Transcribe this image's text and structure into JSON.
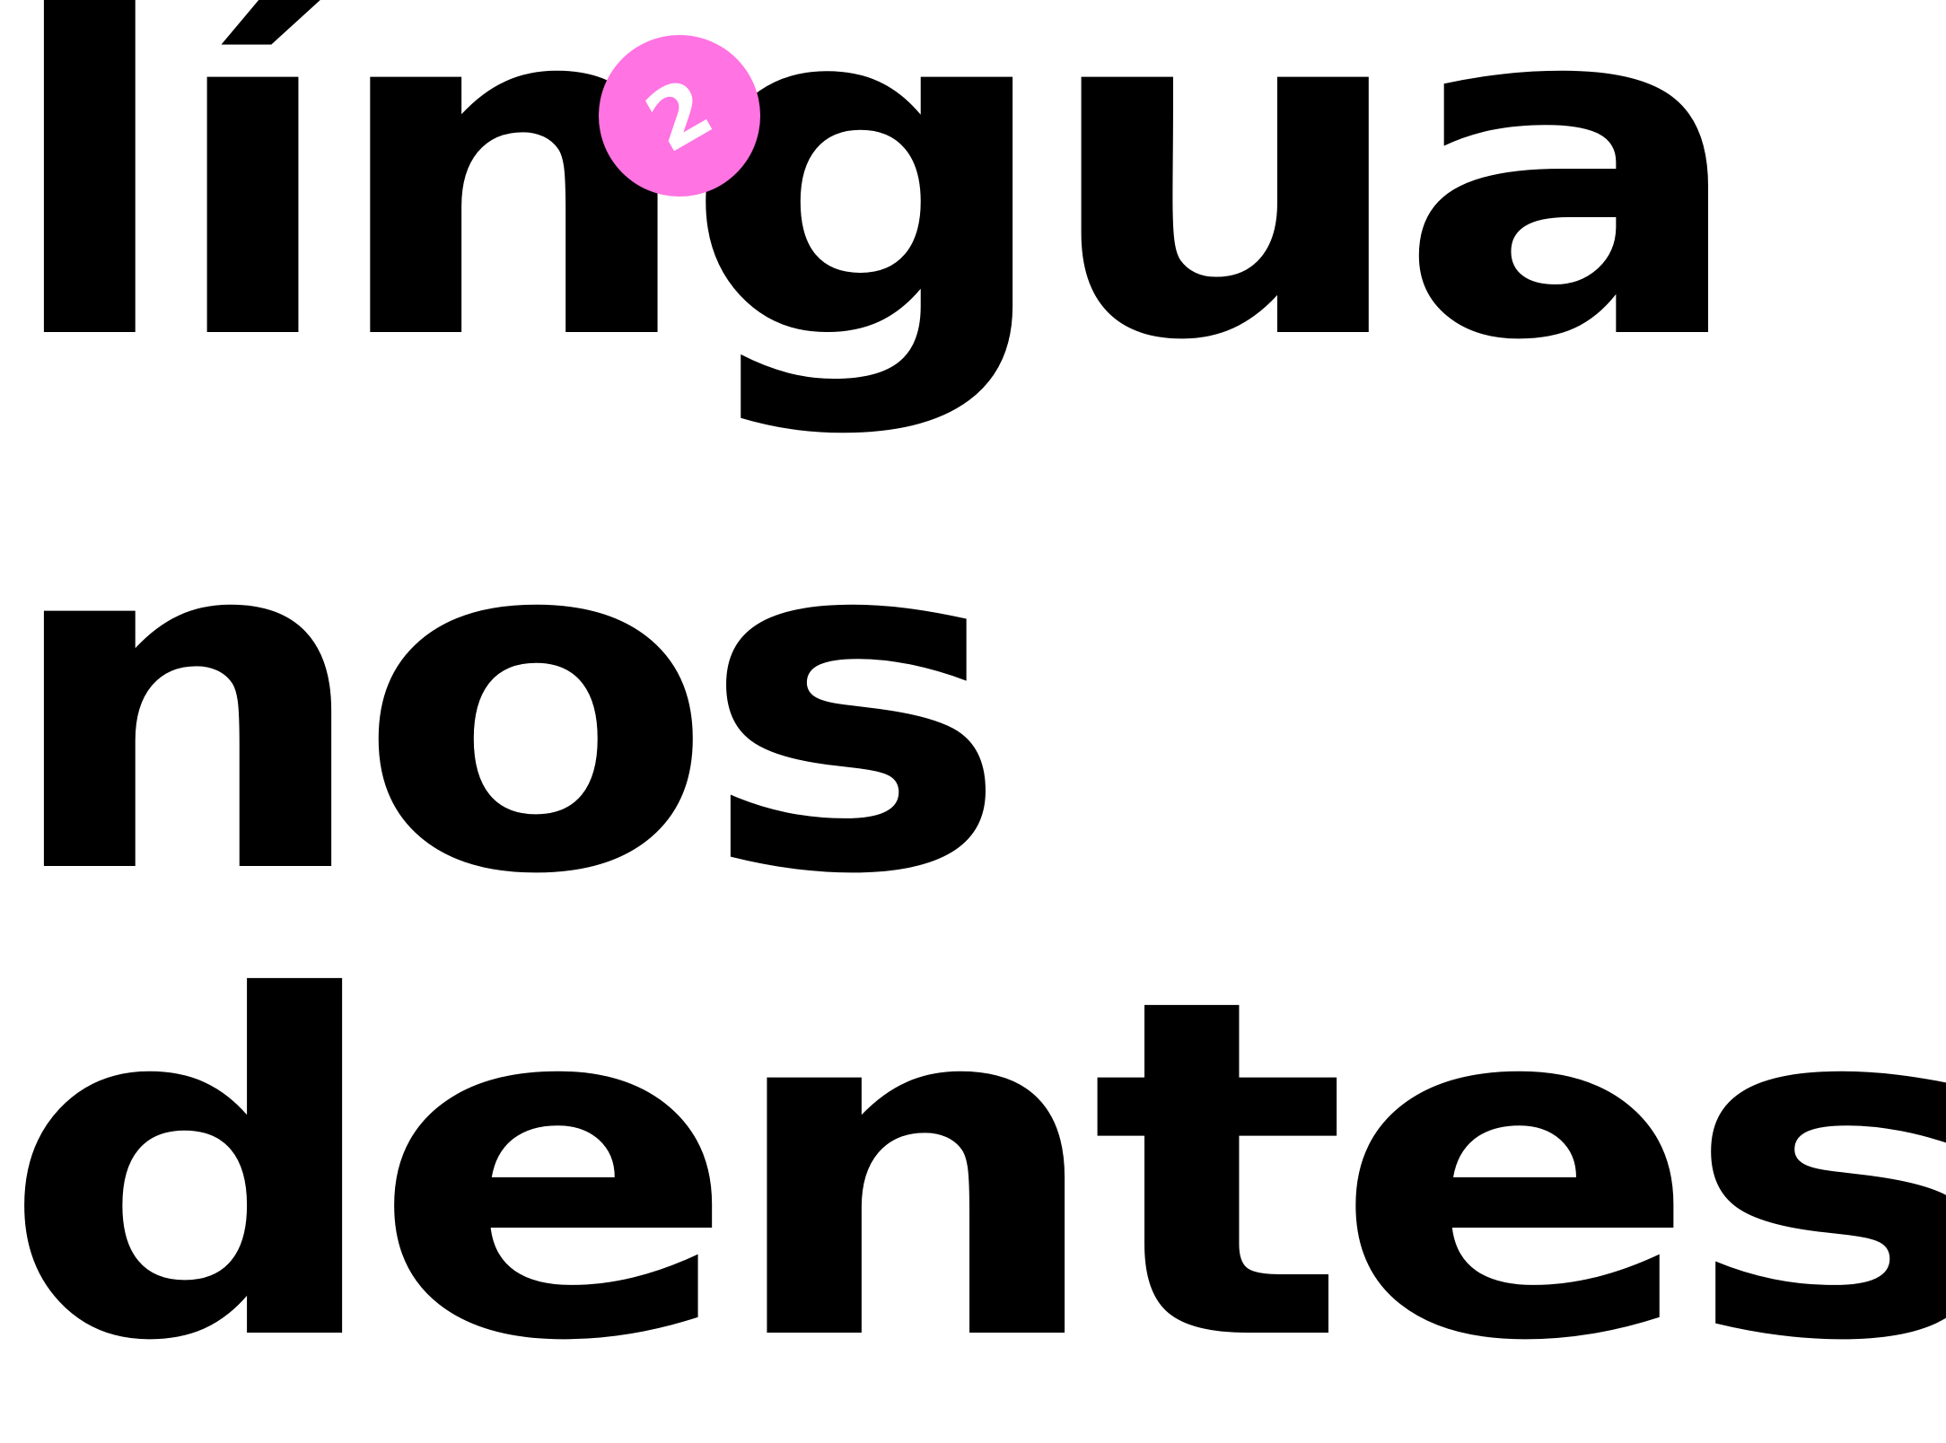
{
  "poster": {
    "lines": [
      "língua",
      "nos",
      "dentes"
    ],
    "badge": {
      "glyph": "2",
      "color": "#ff73e2",
      "glyph_color": "#ffffff"
    },
    "text_color": "#000000",
    "background": "#ffffff"
  }
}
